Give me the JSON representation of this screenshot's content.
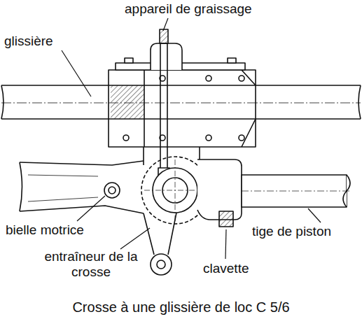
{
  "diagram": {
    "caption": "Crosse à une glissière de loc C 5/6",
    "labels": [
      "appareil de graissage",
      "glissière",
      "bielle motrice",
      "entraîneur de la crosse",
      "tige de piston",
      "clavette"
    ]
  }
}
